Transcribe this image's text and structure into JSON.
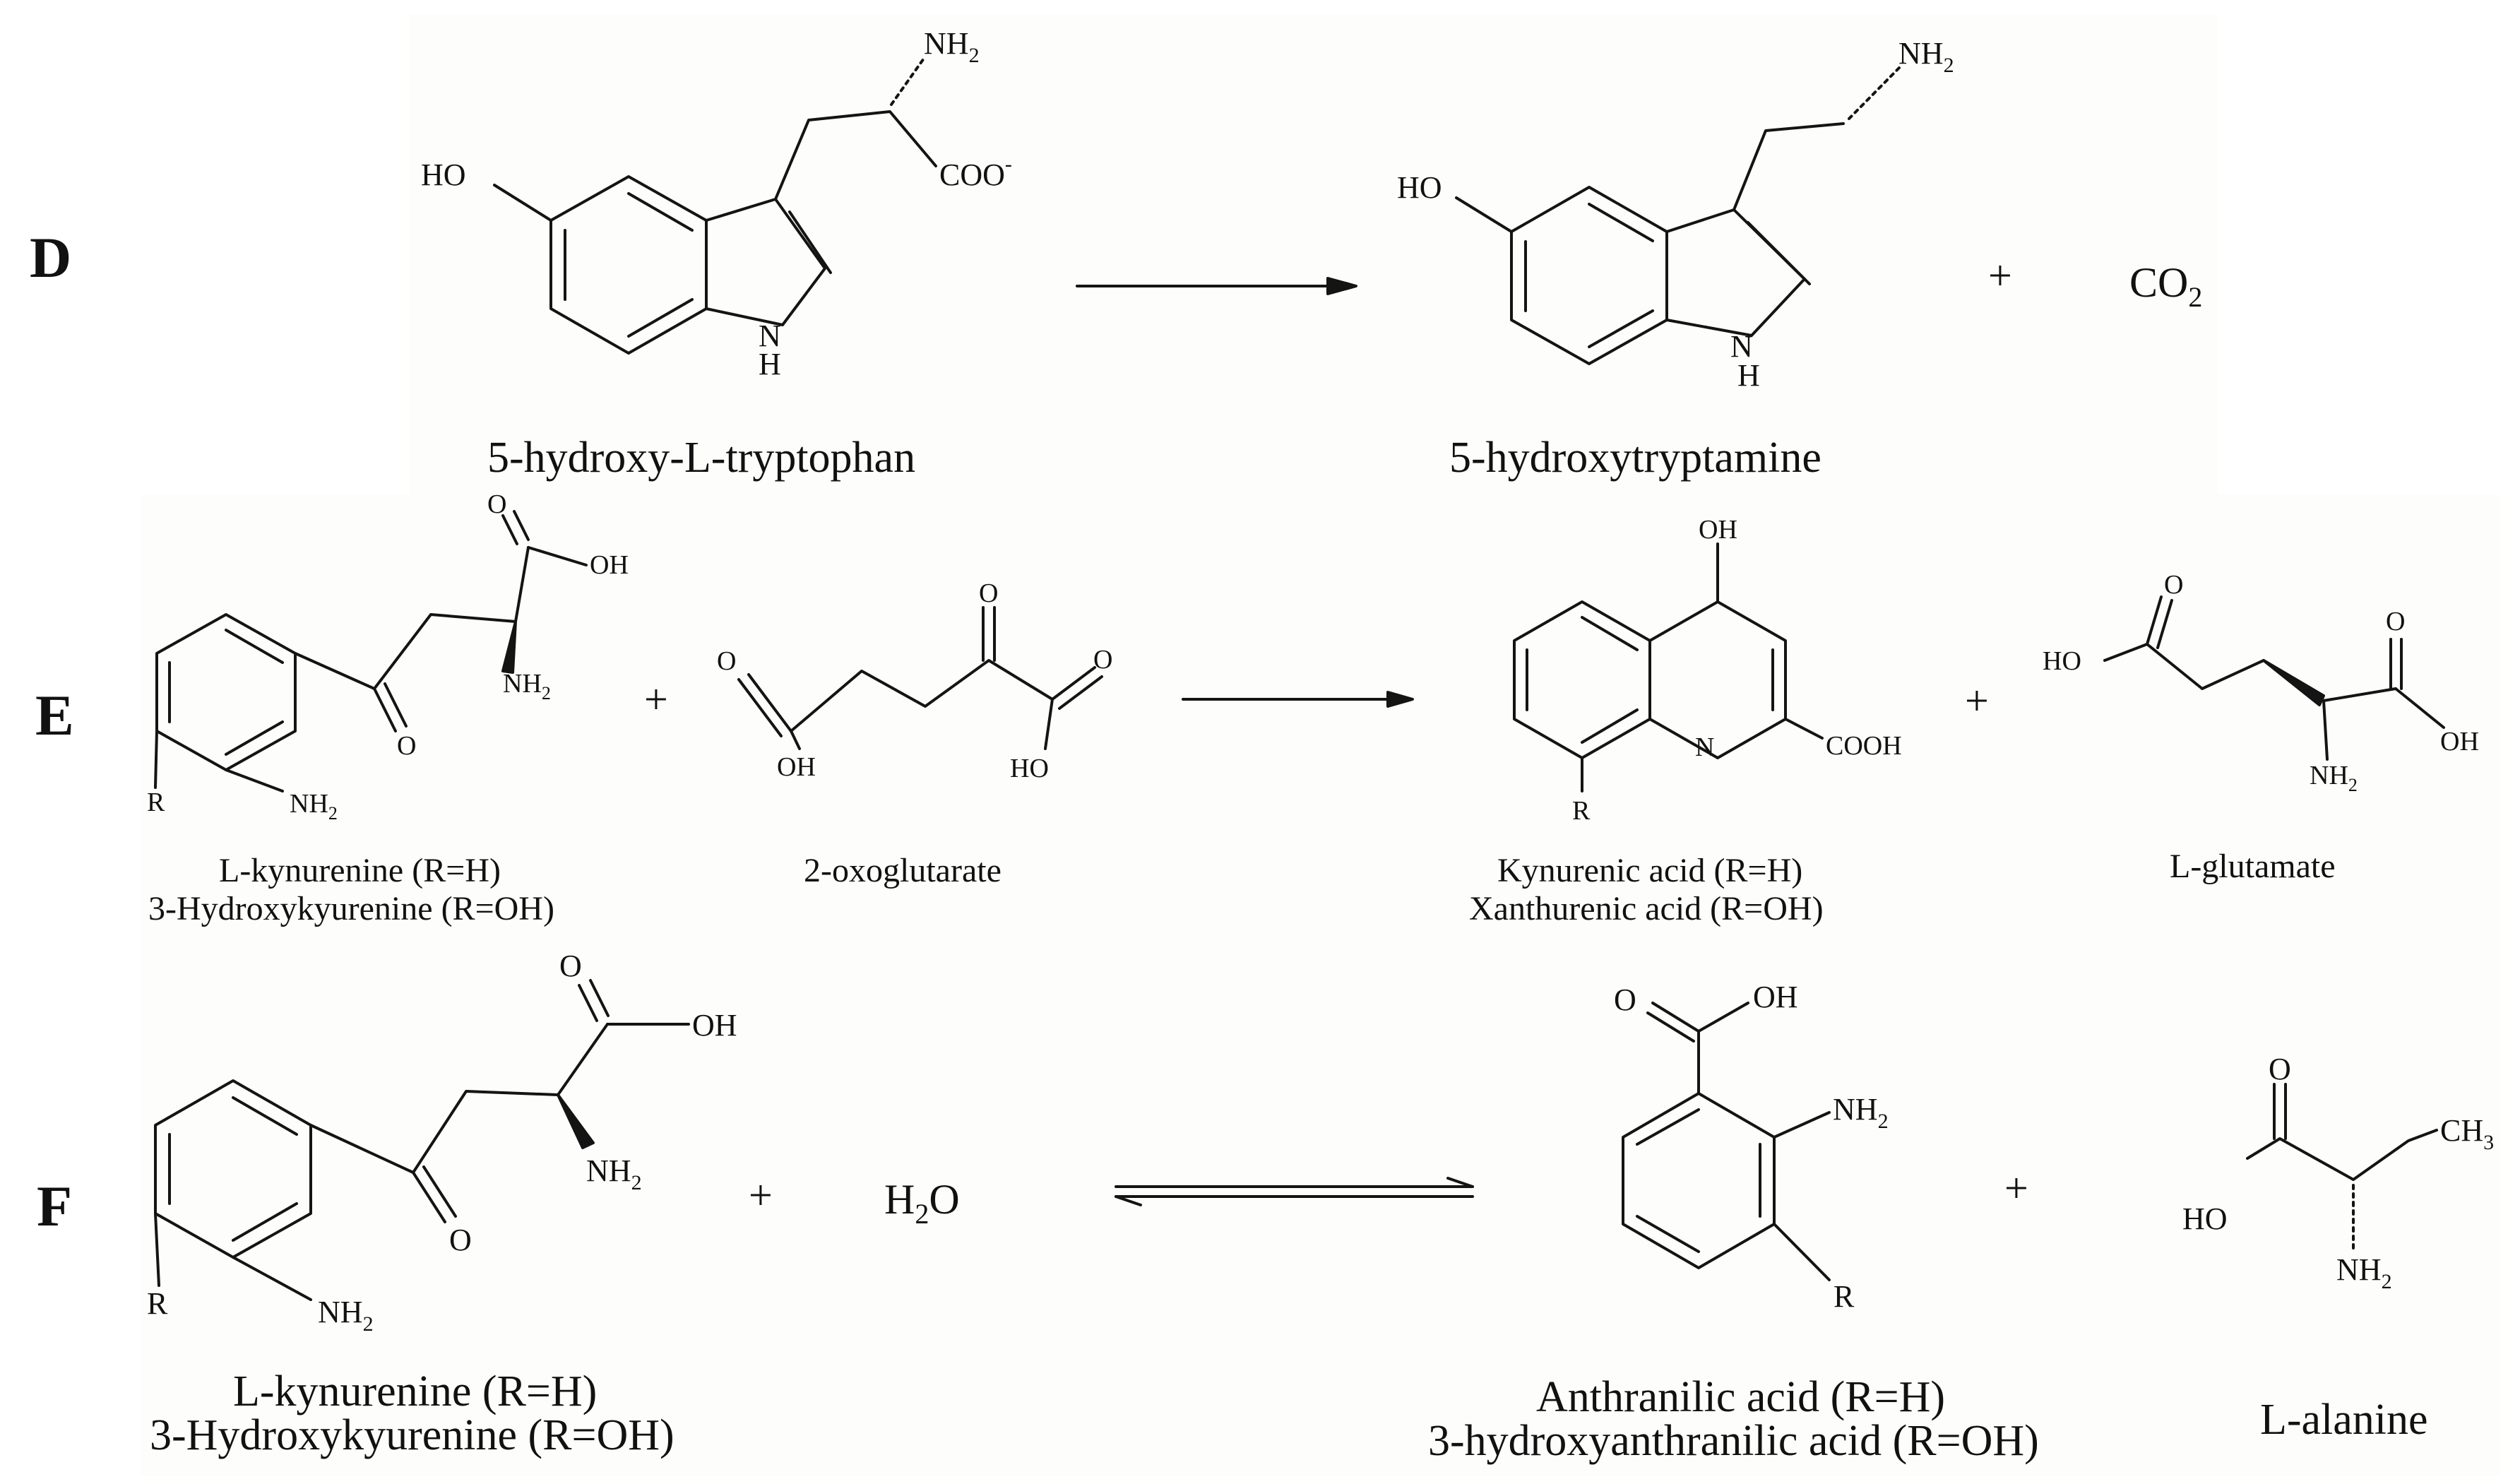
{
  "sections": {
    "D": {
      "label": "D",
      "substrate": {
        "name": "5-hydroxy-L-tryptophan",
        "atoms": {
          "amine": "NH",
          "amine_sub": "2",
          "carboxylate": "COO",
          "carboxylate_sup": "-",
          "hydroxyl": "HO",
          "ring_n": "N",
          "ring_h": "H"
        }
      },
      "product": {
        "name": "5-hydroxytryptamine",
        "atoms": {
          "amine": "NH",
          "amine_sub": "2",
          "hydroxyl": "HO",
          "ring_n": "N",
          "ring_h": "H"
        }
      },
      "plus": "+",
      "coproduct": {
        "main": "CO",
        "sub": "2"
      }
    },
    "E": {
      "label": "E",
      "substrate": {
        "name_line1": "L-kynurenine (R=H)",
        "name_line2": "3-Hydroxykyurenine (R=OH)",
        "atoms": {
          "o_acid": "O",
          "oh_acid": "OH",
          "amine": "NH",
          "amine_sub": "2",
          "o_keto": "O",
          "r": "R",
          "aryl_amine": "NH",
          "aryl_amine_sub": "2"
        }
      },
      "plus1": "+",
      "cosubstrate": {
        "name": "2-oxoglutarate",
        "atoms": {
          "o_left": "O",
          "oh_left": "OH",
          "o_keto": "O",
          "o_right": "O",
          "ho_right": "HO"
        }
      },
      "product": {
        "name_line1": "Kynurenic acid (R=H)",
        "name_line2": "Xanthurenic acid (R=OH)",
        "atoms": {
          "oh": "OH",
          "ring_n": "N",
          "cooh": "COOH",
          "r": "R"
        }
      },
      "plus2": "+",
      "coproduct": {
        "name": "L-glutamate",
        "atoms": {
          "o_left": "O",
          "ho_left": "HO",
          "o_right": "O",
          "oh_right": "OH",
          "amine": "NH",
          "amine_sub": "2"
        }
      }
    },
    "F": {
      "label": "F",
      "substrate": {
        "name_line1": "L-kynurenine (R=H)",
        "name_line2": "3-Hydroxykyurenine (R=OH)",
        "atoms": {
          "o_acid": "O",
          "oh_acid": "OH",
          "amine": "NH",
          "amine_sub": "2",
          "o_keto": "O",
          "r": "R",
          "aryl_amine": "NH",
          "aryl_amine_sub": "2"
        }
      },
      "plus1": "+",
      "water": {
        "h": "H",
        "sub": "2",
        "o": "O"
      },
      "product": {
        "name_line1": "Anthranilic acid (R=H)",
        "name_line2": "3-hydroxyanthranilic acid (R=OH)",
        "atoms": {
          "o": "O",
          "oh": "OH",
          "amine": "NH",
          "amine_sub": "2",
          "r": "R"
        }
      },
      "plus2": "+",
      "coproduct": {
        "name": "L-alanine",
        "atoms": {
          "o": "O",
          "ho": "HO",
          "methyl": "CH",
          "methyl_sub": "3",
          "amine": "NH",
          "amine_sub": "2"
        }
      }
    }
  }
}
